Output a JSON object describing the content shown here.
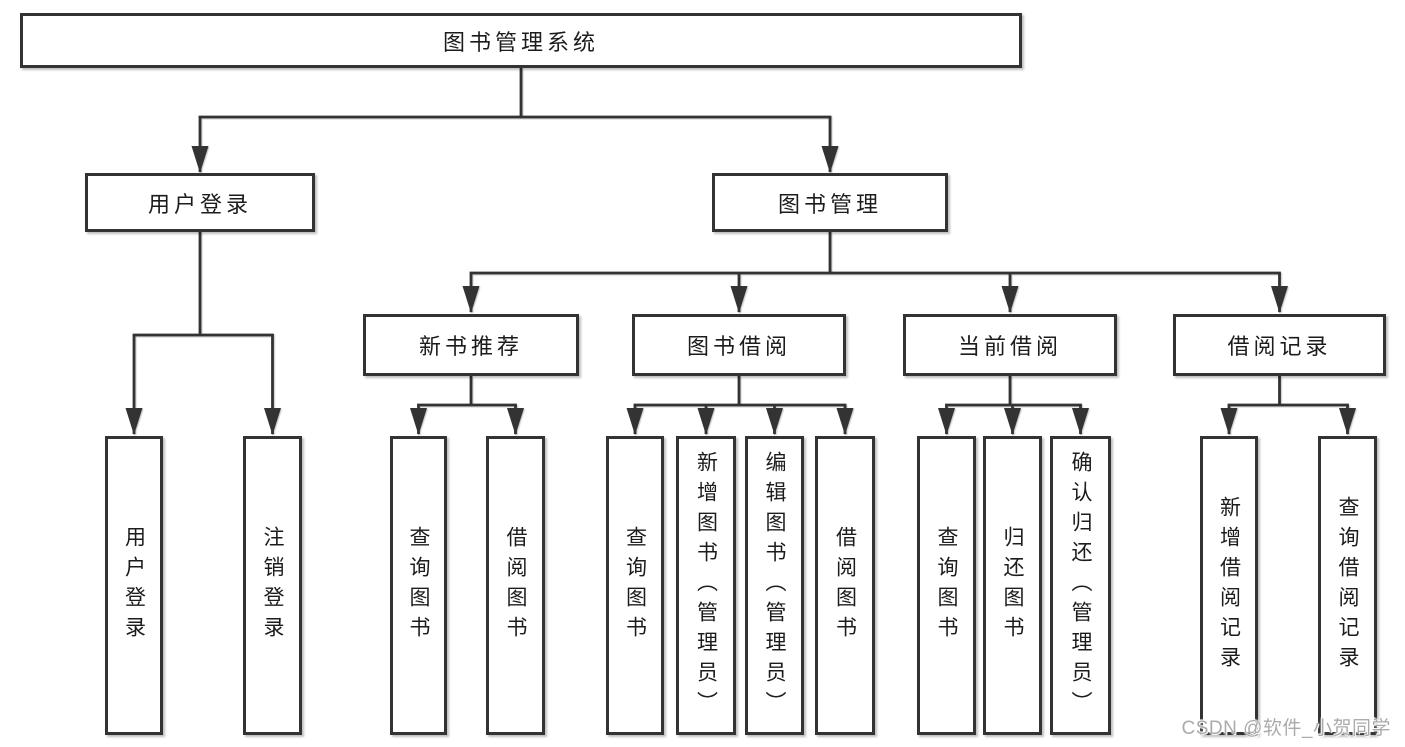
{
  "tree": {
    "root": "图书管理系统",
    "children": [
      {
        "label": "用户登录",
        "children": [
          "用户登录",
          "注销登录"
        ]
      },
      {
        "label": "图书管理",
        "children": [
          {
            "label": "新书推荐",
            "children": [
              "查询图书",
              "借阅图书"
            ]
          },
          {
            "label": "图书借阅",
            "children": [
              "查询图书",
              "新增图书（管理员）",
              "编辑图书（管理员）",
              "借阅图书"
            ]
          },
          {
            "label": "当前借阅",
            "children": [
              "查询图书",
              "归还图书",
              "确认归还（管理员）"
            ]
          },
          {
            "label": "借阅记录",
            "children": [
              "新增借阅记录",
              "查询借阅记录"
            ]
          }
        ]
      }
    ]
  },
  "watermark": {
    "text": "CSDN @软件_小贺同学",
    "color": "#ababab"
  },
  "colors": {
    "line": "#333333",
    "box_border": "#333333",
    "box_fill": "#ffffff",
    "text": "#1c1c1c",
    "background": "#ffffff"
  }
}
